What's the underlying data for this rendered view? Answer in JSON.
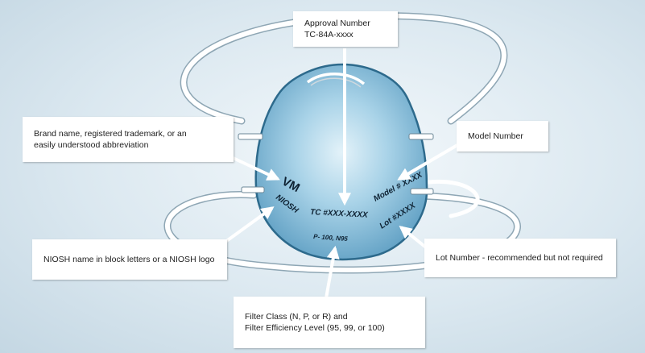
{
  "callouts": {
    "approval": {
      "line1": "Approval Number",
      "line2": "TC-84A-xxxx"
    },
    "brand": {
      "line1": "Brand name, registered trademark, or an",
      "line2": "easily understood abbreviation"
    },
    "model": {
      "text": "Model Number"
    },
    "niosh": {
      "text": "NIOSH name in block letters or a NIOSH logo"
    },
    "lot": {
      "text": "Lot Number - recommended but not required"
    },
    "filter": {
      "line1": "Filter Class (N, P, or R) and",
      "line2": "Filter Efficiency Level (95, 99, or 100)"
    }
  },
  "mask_markings": {
    "brand_abbrev": "VM",
    "niosh": "NIOSH",
    "tc_number": "TC #XXX-XXXX",
    "model": "Model # XXXX",
    "lot": "Lot #XXXX",
    "filter": "P- 100, N95"
  },
  "colors": {
    "mask_fill": "#8fc3dd",
    "mask_edge": "#2d6a8c",
    "strap": "#ffffff",
    "arrow": "#ffffff"
  }
}
